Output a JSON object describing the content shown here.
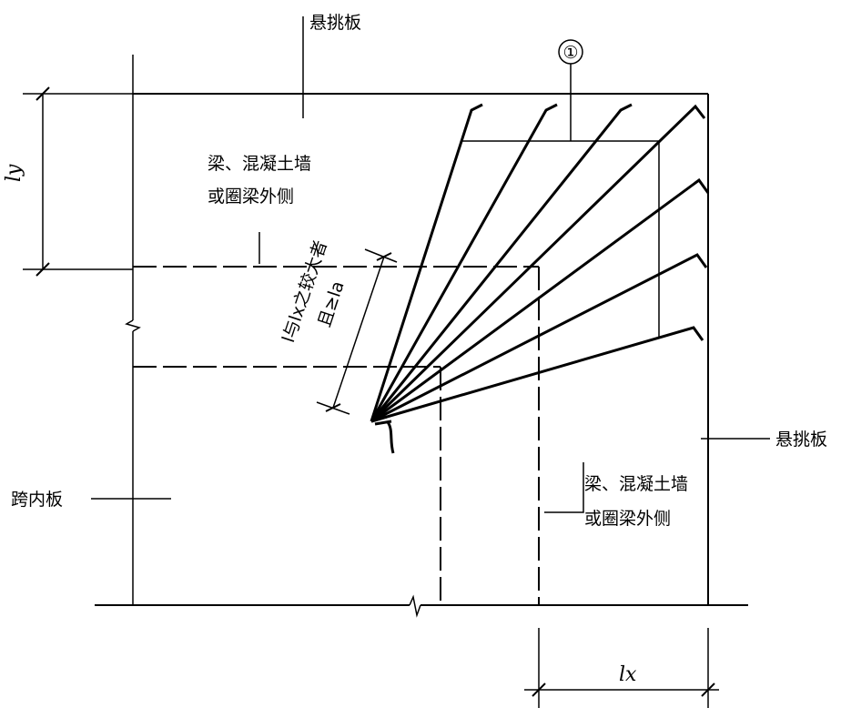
{
  "labels": {
    "cantilever_slab_top": "悬挑板",
    "cantilever_slab_right": "悬挑板",
    "inner_span_slab": "跨内板",
    "beam_wall_label_line1": "梁、混凝土墙",
    "beam_wall_label_line2": "或圈梁外侧",
    "anchorage_note_line1": "l与lx之较大者",
    "anchorage_note_line2": "且≥la",
    "dim_ly": "ly",
    "dim_lx": "lx",
    "rebar_marker": "①"
  },
  "colors": {
    "line": "#000000",
    "background": "#ffffff"
  }
}
